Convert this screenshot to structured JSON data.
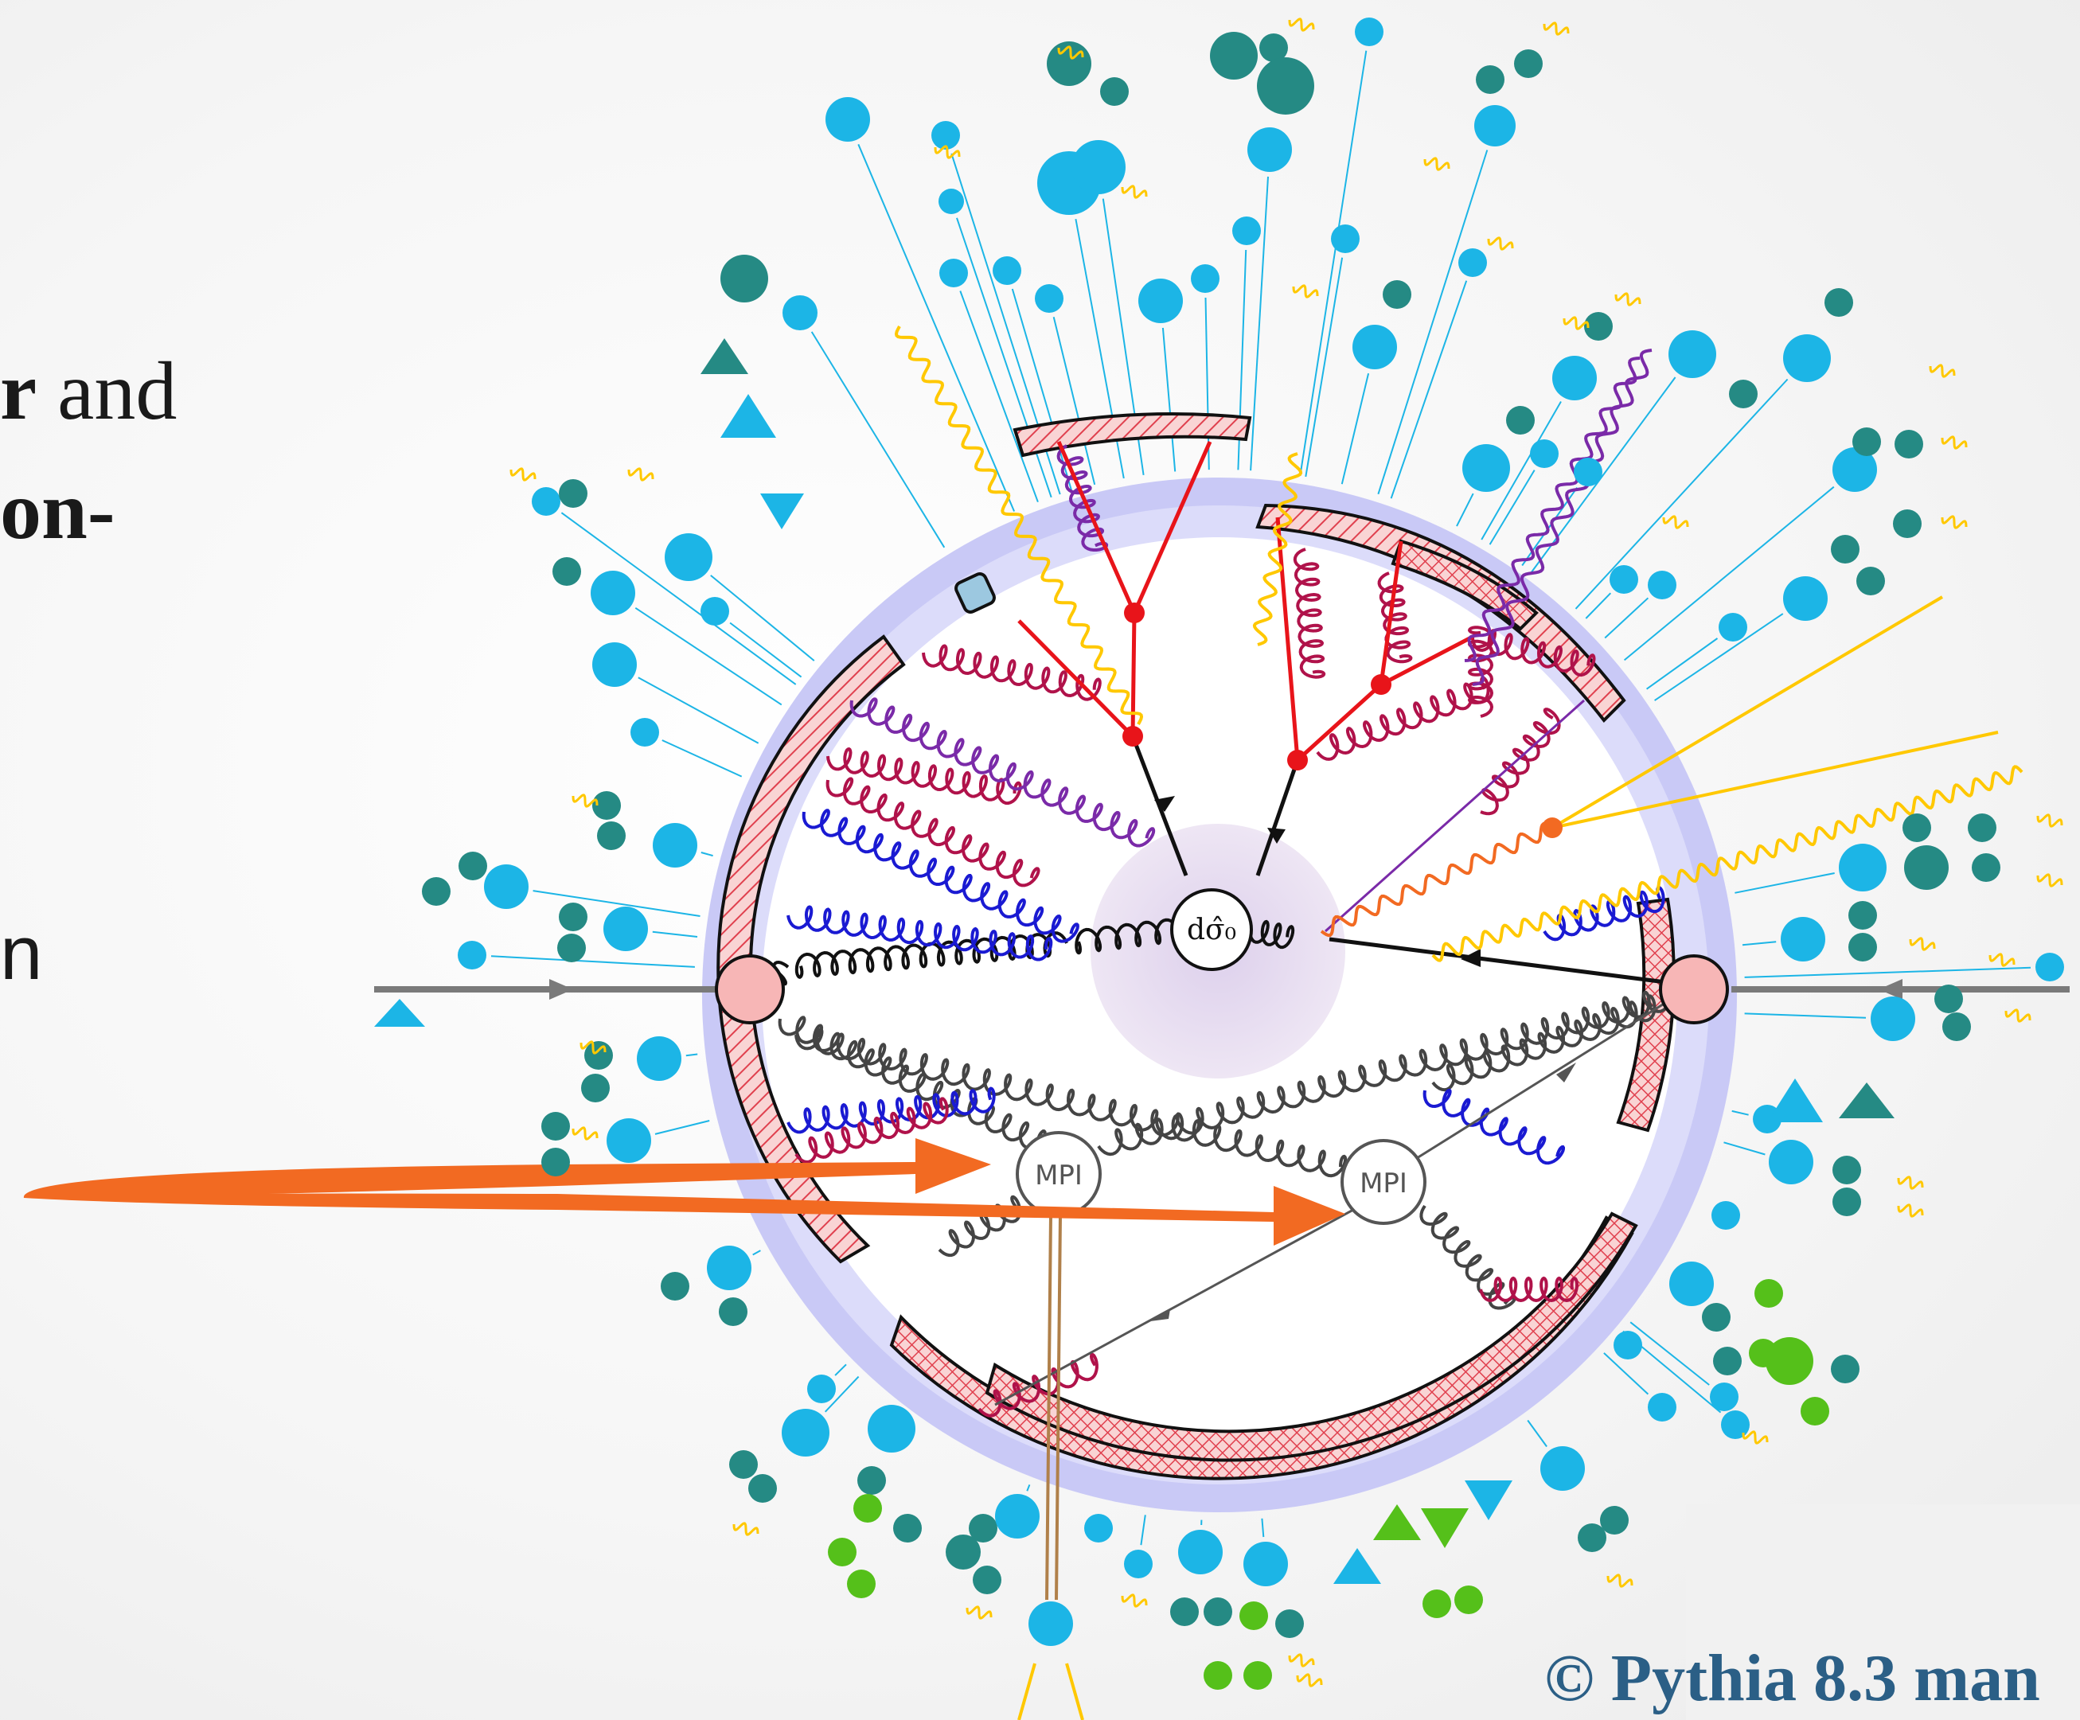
{
  "slide": {
    "line1_bold": "r",
    "line1_rest": " and",
    "line2": "on-",
    "line3": "n"
  },
  "diagram": {
    "hard_process_label": "dσ̂₀",
    "mpi_label_1": "MPI",
    "mpi_label_2": "MPI"
  },
  "credit": "© Pythia 8.3 man",
  "colors": {
    "hadron": "#1cb5e6",
    "teal": "#258a84",
    "green": "#55c01a",
    "quark": "#e8141a",
    "gluon_red": "#b0124a",
    "gluon_blue": "#1a1ad2",
    "gluon_purple": "#7a2aa8",
    "photon": "#ffc800",
    "orange": "#f26a22",
    "beam": "#7a7a7a",
    "blob": "#f7b6b6",
    "halo": "#c8c8f5",
    "hatch": "#e8656f",
    "credit_text": "#2b5f86"
  }
}
